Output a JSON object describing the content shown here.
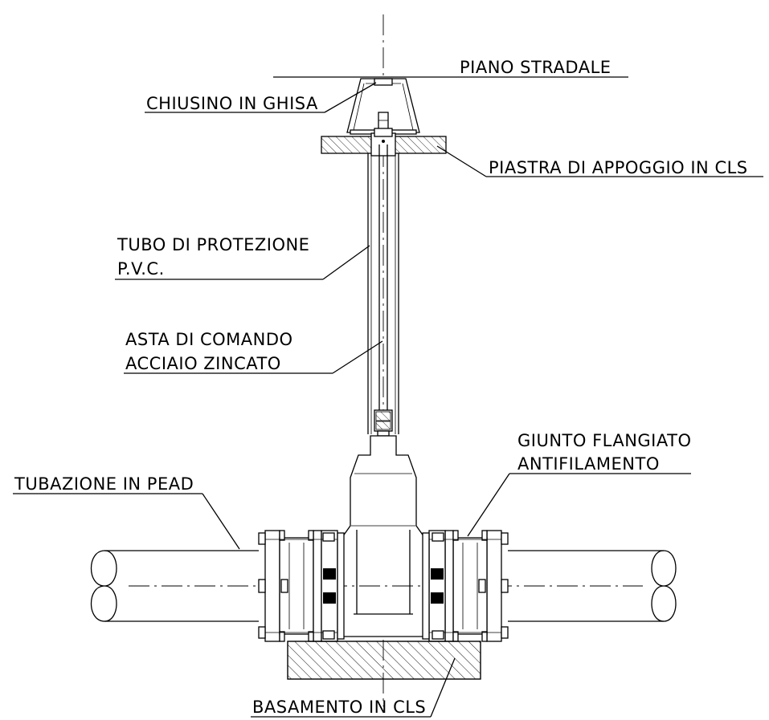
{
  "labels": {
    "piano_stradale": "PIANO STRADALE",
    "chiusino": "CHIUSINO IN GHISA",
    "piastra": "PIASTRA DI APPOGGIO IN CLS",
    "tubo_line1": "TUBO DI PROTEZIONE",
    "tubo_line2": "P.V.C.",
    "asta_line1": "ASTA DI COMANDO",
    "asta_line2": "ACCIAIO ZINCATO",
    "giunto_line1": "GIUNTO FLANGIATO",
    "giunto_line2": "ANTIFILAMENTO",
    "tubazione": "TUBAZIONE IN PEAD",
    "basamento": "BASAMENTO IN CLS"
  },
  "colors": {
    "line": "#000000",
    "background": "#ffffff"
  }
}
